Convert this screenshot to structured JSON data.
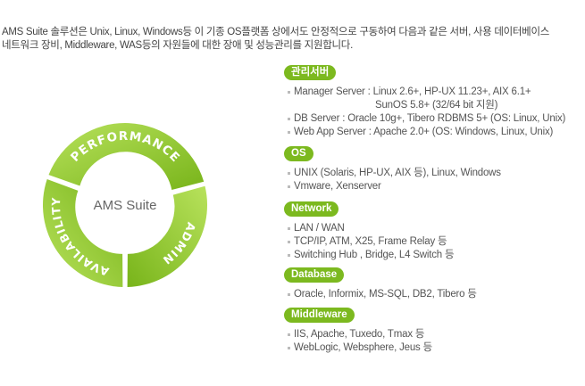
{
  "intro": {
    "line1": "AMS Suite 솔루션은 Unix, Linux, Windows등 이 기종 OS플랫폼 상에서도 안정적으로 구동하여 다음과 같은 서버, 사용 데이터베이스",
    "line2": "네트워크 장비, Middleware, WAS등의 자원들에 대한 장애 및 성능관리를 지원합니다."
  },
  "diagram": {
    "center": "AMS Suite",
    "segments": [
      "PERFORMANCE",
      "ADMIN",
      "AVAILABILITY"
    ],
    "colors": {
      "light": "#b8e25c",
      "dark": "#78b41a"
    }
  },
  "sections": [
    {
      "title": "관리서버",
      "items": [
        "Manager Server : Linux 2.6+, HP-UX 11.23+, AIX 6.1+",
        "SunOS 5.8+ (32/64 bit 지원)",
        "DB Server : Oracle 10g+, Tibero RDBMS 5+ (OS: Linux, Unix)",
        "Web App Server : Apache 2.0+ (OS: Windows, Linux, Unix)"
      ]
    },
    {
      "title": "OS",
      "items": [
        "UNIX (Solaris, HP-UX, AIX 등), Linux, Windows",
        "Vmware, Xenserver"
      ]
    },
    {
      "title": "Network",
      "items": [
        "LAN / WAN",
        "TCP/IP, ATM, X25, Frame Relay 등",
        "Switching Hub , Bridge, L4 Switch 등"
      ]
    },
    {
      "title": "Database",
      "items": [
        "Oracle, Informix, MS-SQL, DB2, Tibero 등"
      ]
    },
    {
      "title": "Middleware",
      "items": [
        "IIS, Apache, Tuxedo, Tmax 등",
        "WebLogic, Websphere, Jeus 등"
      ]
    }
  ]
}
